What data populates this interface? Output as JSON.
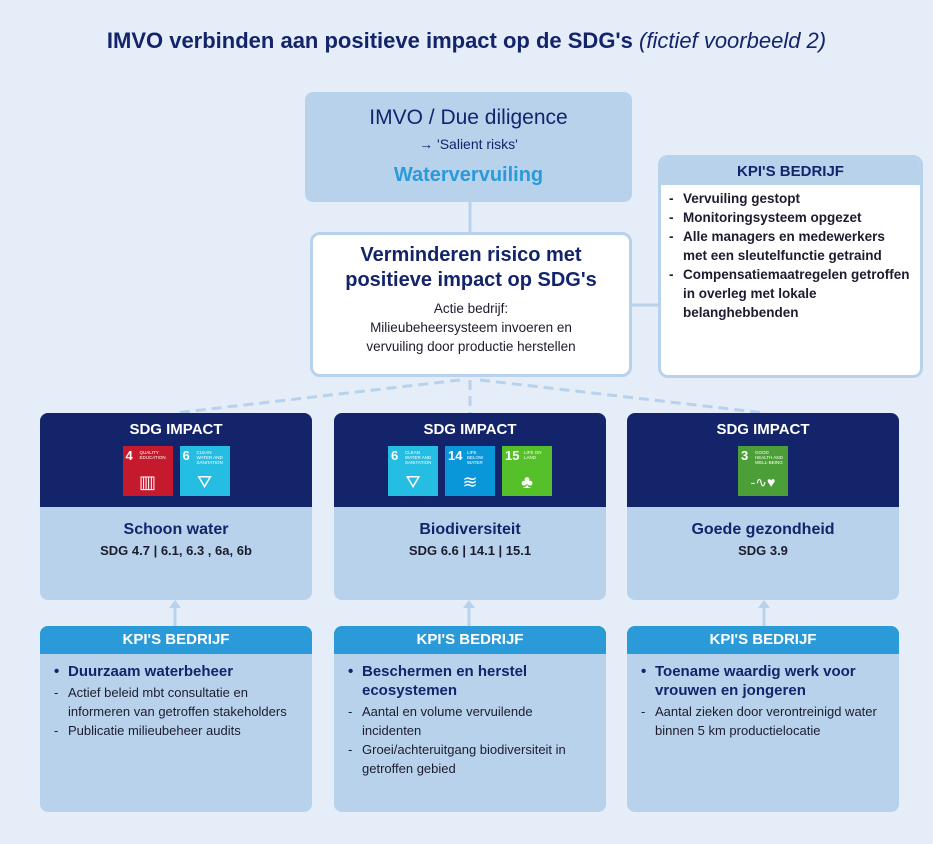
{
  "title": {
    "main": "IMVO verbinden aan positieve impact op de SDG's",
    "italic": "(fictief voorbeeld 2)"
  },
  "imvo_box": {
    "line1": "IMVO / Due diligence",
    "line2": "→ 'Salient risks'",
    "risk": "Watervervuiling"
  },
  "action_box": {
    "heading_1": "Verminderen risico met",
    "heading_2": "positieve impact op SDG's",
    "sub_1": "Actie bedrijf:",
    "sub_2": "Milieubeheersysteem invoeren en",
    "sub_3": "vervuiling door productie herstellen"
  },
  "kpi_right": {
    "header": "KPI'S BEDRIJF",
    "items": [
      "Vervuiling gestopt",
      "Monitoringsysteem opgezet",
      "Alle managers en medewerkers met een sleutelfunctie getraind",
      "Compensatiemaatregelen getroffen in overleg met lokale belanghebbenden"
    ]
  },
  "columns": [
    {
      "sdg_label": "SDG IMPACT",
      "tiles": [
        {
          "num": "4",
          "text": "QUALITY EDUCATION",
          "color": "#c5192d",
          "icon": "book-icon",
          "glyph": "▥"
        },
        {
          "num": "6",
          "text": "CLEAN WATER AND SANITATION",
          "color": "#26bde2",
          "icon": "water-drop-icon",
          "glyph": "⛛"
        }
      ],
      "name": "Schoon water",
      "codes": "SDG 4.7 | 6.1, 6.3 , 6a, 6b",
      "kpi_header": "KPI'S BEDRIJF",
      "main": [
        "Duurzaam waterbeheer"
      ],
      "subs": [
        "Actief beleid mbt consultatie en informeren van getroffen stakeholders",
        "Publicatie milieubeheer audits"
      ]
    },
    {
      "sdg_label": "SDG IMPACT",
      "tiles": [
        {
          "num": "6",
          "text": "CLEAN WATER AND SANITATION",
          "color": "#26bde2",
          "icon": "water-drop-icon",
          "glyph": "⛛"
        },
        {
          "num": "14",
          "text": "LIFE BELOW WATER",
          "color": "#0a97d9",
          "icon": "fish-icon",
          "glyph": "≋"
        },
        {
          "num": "15",
          "text": "LIFE ON LAND",
          "color": "#56c02b",
          "icon": "tree-icon",
          "glyph": "♣"
        }
      ],
      "name": "Biodiversiteit",
      "codes": "SDG 6.6 | 14.1 | 15.1",
      "kpi_header": "KPI'S BEDRIJF",
      "main": [
        "Beschermen en herstel ecosystemen"
      ],
      "subs": [
        "Aantal en volume vervuilende incidenten",
        "Groei/achteruitgang biodiversiteit in getroffen gebied"
      ]
    },
    {
      "sdg_label": "SDG IMPACT",
      "tiles": [
        {
          "num": "3",
          "text": "GOOD HEALTH AND WELL-BEING",
          "color": "#4c9f38",
          "icon": "heartbeat-icon",
          "glyph": "-∿♥"
        }
      ],
      "name": "Goede gezondheid",
      "codes": "SDG 3.9",
      "kpi_header": "KPI'S BEDRIJF",
      "main": [
        "Toename waardig werk voor vrouwen en jongeren"
      ],
      "subs": [
        "Aantal zieken door verontreinigd water binnen 5 km productielocatie"
      ]
    }
  ]
}
